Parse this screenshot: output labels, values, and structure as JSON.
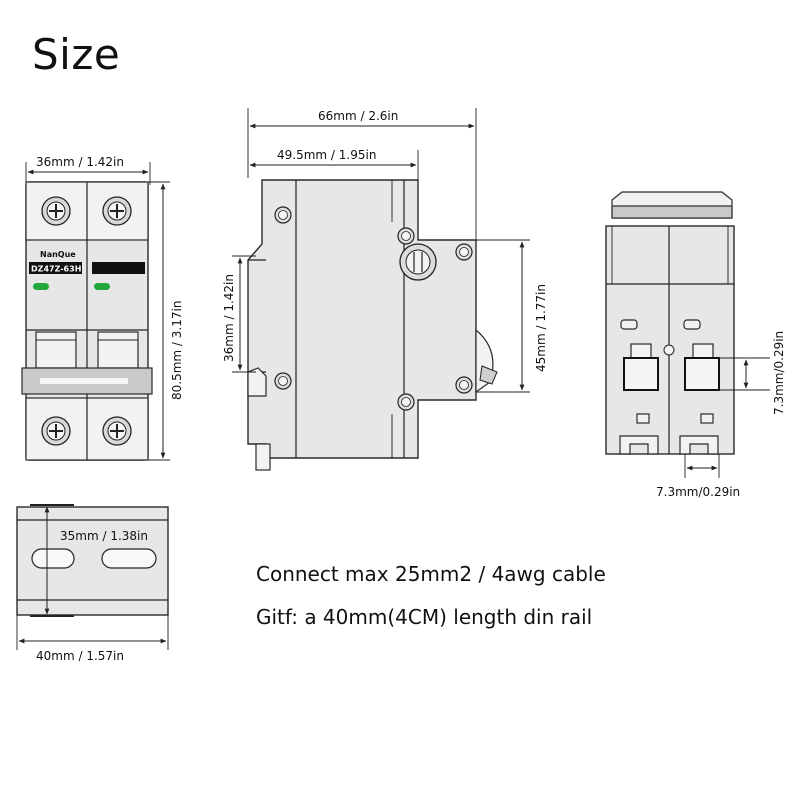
{
  "title": "Size",
  "notes": {
    "cable": "Connect max 25mm2 / 4awg cable",
    "gift": "Gitf: a 40mm(4CM) length din rail"
  },
  "front_view": {
    "brand": "NanQue",
    "model": "DZ47Z-63H",
    "width_label": "36mm / 1.42in",
    "height_label": "80.5mm / 3.17in"
  },
  "side_view": {
    "total_depth_label": "66mm / 2.6in",
    "step_depth_label": "49.5mm / 1.95in",
    "rail_height_label": "36mm / 1.42in",
    "face_height_label": "45mm / 1.77in"
  },
  "bottom_view": {
    "height_label": "7.3mm/0.29in",
    "width_label": "7.3mm/0.29in"
  },
  "din_rail": {
    "height_label": "35mm / 1.38in",
    "length_label": "40mm / 1.57in"
  },
  "colors": {
    "indicator_green": "#22a83a",
    "body": "#e7e7e7",
    "label_black": "#111111"
  }
}
